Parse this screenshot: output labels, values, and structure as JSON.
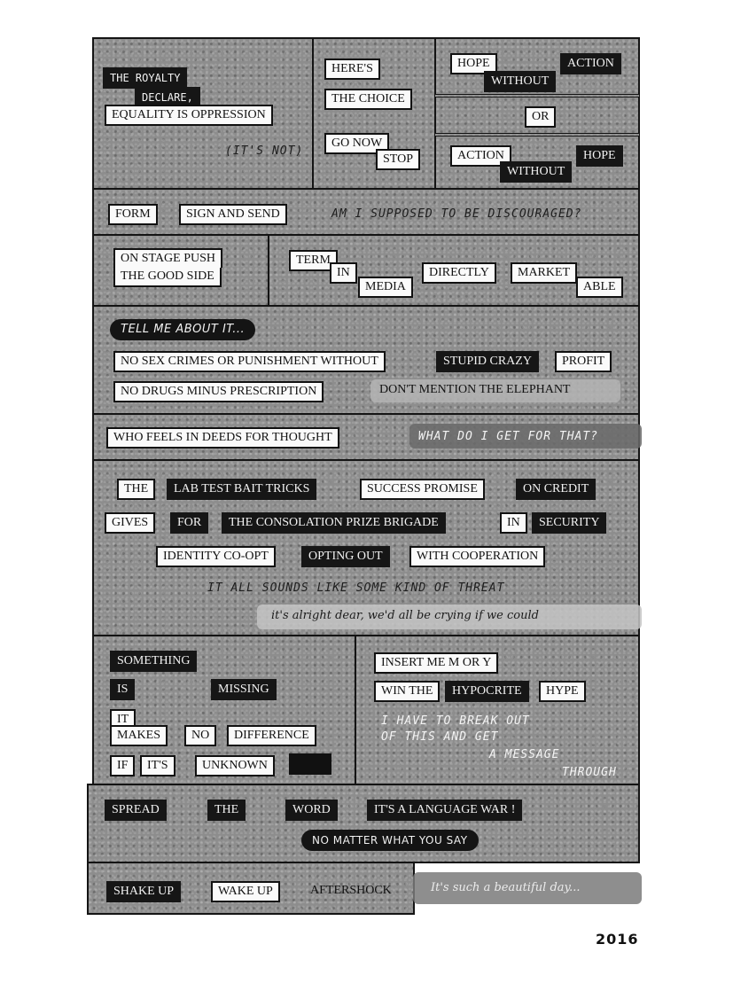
{
  "row1": {
    "p1": {
      "the_royalty": "THE ROYALTY",
      "declare": "DECLARE,",
      "equality": "EQUALITY IS OPPRESSION",
      "its_not": "(IT'S NOT)"
    },
    "p2": {
      "heres": "HERE'S",
      "the_choice": "THE CHOICE",
      "go_now": "GO NOW",
      "stop": "STOP"
    },
    "p3": {
      "hope": "HOPE",
      "action": "ACTION",
      "without1": "WITHOUT",
      "or": "OR",
      "action2": "ACTION",
      "hope2": "HOPE",
      "without2": "WITHOUT"
    }
  },
  "row2": {
    "form": "FORM",
    "sign_and_send": "SIGN AND SEND",
    "am_i": "AM I SUPPOSED TO BE DISCOURAGED?"
  },
  "row3": {
    "on_stage": "ON STAGE PUSH",
    "good_side": "THE GOOD SIDE",
    "term": "TERM",
    "in": "IN",
    "media": "MEDIA",
    "directly": "DIRECTLY",
    "market": "MARKET",
    "able": "ABLE"
  },
  "row4": {
    "tell_me": "TELL ME ABOUT IT...",
    "no_sex": "NO SEX CRIMES OR PUNISHMENT WITHOUT",
    "stupid_crazy": "STUPID CRAZY",
    "profit": "PROFIT",
    "no_drugs": "NO DRUGS MINUS PRESCRIPTION",
    "elephant": "DON'T MENTION THE ELEPHANT"
  },
  "row5": {
    "who_feels": "WHO FEELS IN DEEDS FOR THOUGHT",
    "what_do": "WHAT DO I GET FOR THAT?"
  },
  "row6": {
    "the": "THE",
    "lab_test": "LAB TEST BAIT TRICKS",
    "success": "SUCCESS PROMISE",
    "on_credit": "ON CREDIT",
    "gives": "GIVES",
    "for": "FOR",
    "consolation": "THE CONSOLATION PRIZE BRIGADE",
    "in": "IN",
    "security": "SECURITY",
    "identity": "IDENTITY CO-OPT",
    "opting_out": "OPTING OUT",
    "with_cooperation": "WITH COOPERATION",
    "threat": "IT ALL SOUNDS LIKE SOME KIND OF THREAT",
    "alright": "it's alright dear, we'd all be crying if we could"
  },
  "row7": {
    "something": "SOMETHING",
    "is": "IS",
    "missing": "MISSING",
    "it": "IT",
    "makes": "MAKES",
    "no": "NO",
    "difference": "DIFFERENCE",
    "if": "IF",
    "its": "IT'S",
    "unknown": "UNKNOWN",
    "insert": "INSERT ME M OR Y",
    "win_the": "WIN THE",
    "hypocrite": "HYPOCRITE",
    "hype": "HYPE",
    "break_1": "I HAVE TO  BREAK  OUT",
    "break_2": "OF THIS AND GET",
    "break_3": "A MESSAGE",
    "break_4": "THROUGH"
  },
  "row8": {
    "spread": "SPREAD",
    "the": "THE",
    "word": "WORD",
    "language_war": "IT'S A LANGUAGE WAR !",
    "no_matter": "NO MATTER WHAT YOU SAY"
  },
  "row9": {
    "shake_up": "SHAKE UP",
    "wake_up": "WAKE UP",
    "aftershock": "AFTERSHOCK",
    "beautiful": "It's such a beautiful day..."
  },
  "year": "2016"
}
